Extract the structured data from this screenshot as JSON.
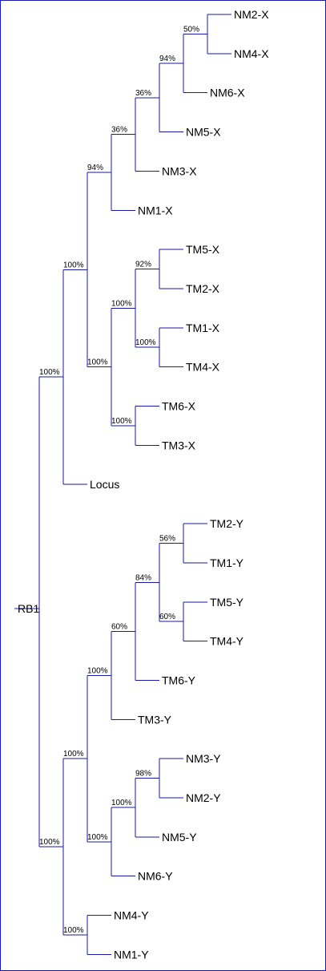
{
  "tree": {
    "root_label": "RB1",
    "line_color": "#1a1aa8",
    "root": {
      "support": "",
      "children": [
        {
          "support": "100%",
          "children": [
            {
              "support": "100%",
              "children": [
                {
                  "support": "94%",
                  "children": [
                    {
                      "support": "36%",
                      "children": [
                        {
                          "support": "36%",
                          "children": [
                            {
                              "support": "94%",
                              "children": [
                                {
                                  "support": "50%",
                                  "children": [
                                    {
                                      "label": "NM2-X"
                                    },
                                    {
                                      "label": "NM4-X"
                                    }
                                  ]
                                },
                                {
                                  "label": "NM6-X"
                                }
                              ]
                            },
                            {
                              "label": "NM5-X"
                            }
                          ]
                        },
                        {
                          "label": "NM3-X"
                        }
                      ]
                    },
                    {
                      "label": "NM1-X"
                    }
                  ]
                },
                {
                  "support": "100%",
                  "children": [
                    {
                      "support": "100%",
                      "children": [
                        {
                          "support": "92%",
                          "children": [
                            {
                              "label": "TM5-X"
                            },
                            {
                              "label": "TM2-X"
                            }
                          ]
                        },
                        {
                          "support": "100%",
                          "children": [
                            {
                              "label": "TM1-X"
                            },
                            {
                              "label": "TM4-X"
                            }
                          ]
                        }
                      ]
                    },
                    {
                      "support": "100%",
                      "children": [
                        {
                          "label": "TM6-X"
                        },
                        {
                          "label": "TM3-X"
                        }
                      ]
                    }
                  ]
                }
              ]
            },
            {
              "label": "Locus"
            }
          ]
        },
        {
          "support": "100%",
          "children": [
            {
              "support": "100%",
              "children": [
                {
                  "support": "100%",
                  "children": [
                    {
                      "support": "60%",
                      "children": [
                        {
                          "support": "84%",
                          "children": [
                            {
                              "support": "56%",
                              "children": [
                                {
                                  "label": "TM2-Y"
                                },
                                {
                                  "label": "TM1-Y"
                                }
                              ]
                            },
                            {
                              "support": "60%",
                              "children": [
                                {
                                  "label": "TM5-Y"
                                },
                                {
                                  "label": "TM4-Y"
                                }
                              ]
                            }
                          ]
                        },
                        {
                          "label": "TM6-Y"
                        }
                      ]
                    },
                    {
                      "label": "TM3-Y"
                    }
                  ]
                },
                {
                  "support": "100%",
                  "children": [
                    {
                      "support": "100%",
                      "children": [
                        {
                          "support": "98%",
                          "children": [
                            {
                              "label": "NM3-Y"
                            },
                            {
                              "label": "NM2-Y"
                            }
                          ]
                        },
                        {
                          "label": "NM5-Y"
                        }
                      ]
                    },
                    {
                      "label": "NM6-Y"
                    }
                  ]
                }
              ]
            },
            {
              "support": "100%",
              "children": [
                {
                  "label": "NM4-Y"
                },
                {
                  "label": "NM1-Y"
                }
              ]
            }
          ]
        }
      ]
    }
  }
}
